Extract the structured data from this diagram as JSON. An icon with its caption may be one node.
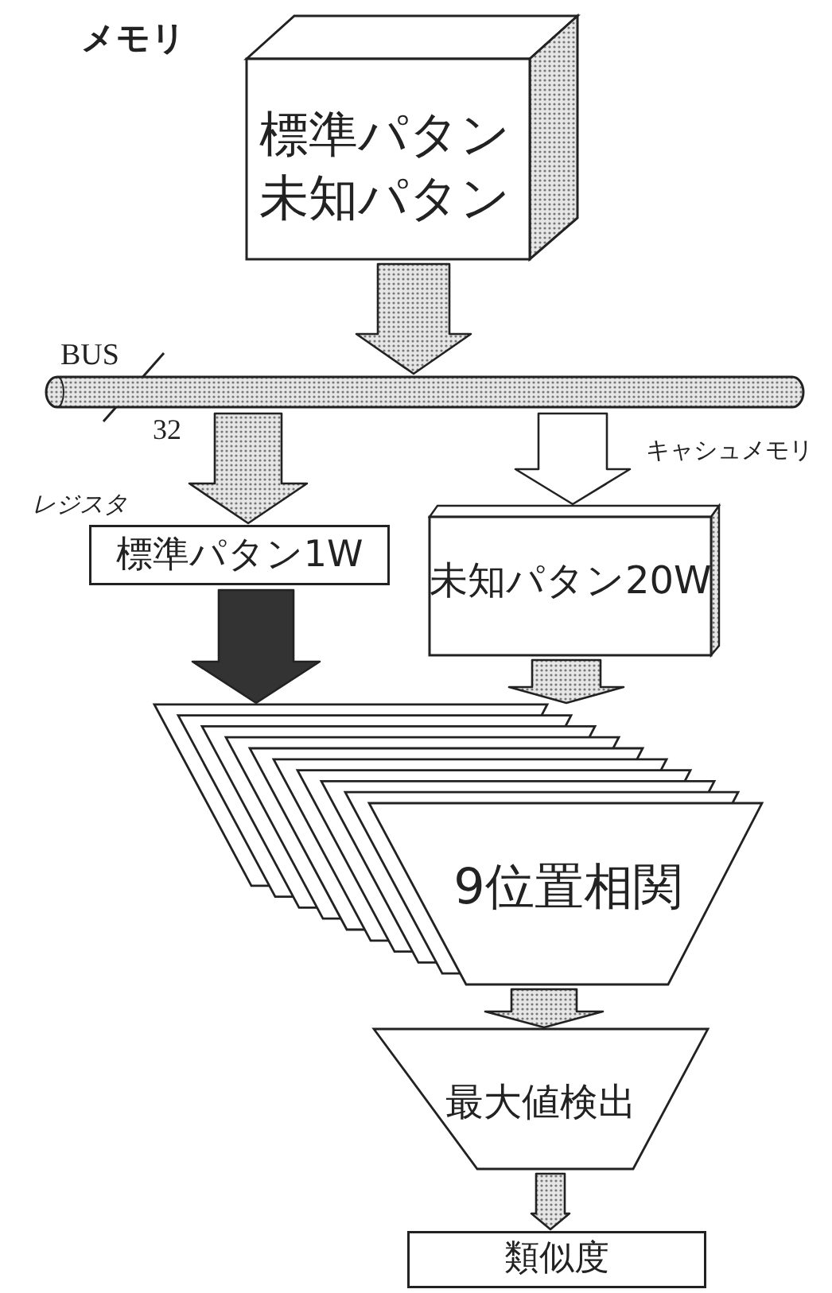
{
  "diagram": {
    "nodes": [
      {
        "text": [
          "メモリ",
          "標準パタン",
          "未知パタン"
        ]
      },
      {
        "text": [],
        "shape": "cylinder",
        "beside": [
          "BUS",
          "32"
        ]
      },
      {
        "text": [
          "レジスタ",
          "標準パタン1W"
        ]
      },
      {
        "text": [
          "キャシュメモリ",
          "未知パタン20W"
        ]
      },
      {
        "text": [
          "9位置相関"
        ]
      },
      {
        "text": [
          "最大値検出"
        ]
      },
      {
        "text": [
          "類似度"
        ]
      }
    ],
    "edges": [
      {
        "from": 0,
        "to": 1,
        "arrow": "to"
      },
      {
        "from": 1,
        "to": 2,
        "arrow": "to"
      },
      {
        "from": 1,
        "to": 3,
        "arrow": "to",
        "color": "#ffffff"
      },
      {
        "from": 2,
        "to": 4,
        "arrow": "to",
        "color": "#333333"
      },
      {
        "from": 3,
        "to": 4,
        "arrow": "to"
      },
      {
        "from": 4,
        "to": 5,
        "arrow": "to"
      },
      {
        "from": 5,
        "to": 6,
        "arrow": "to"
      }
    ]
  }
}
